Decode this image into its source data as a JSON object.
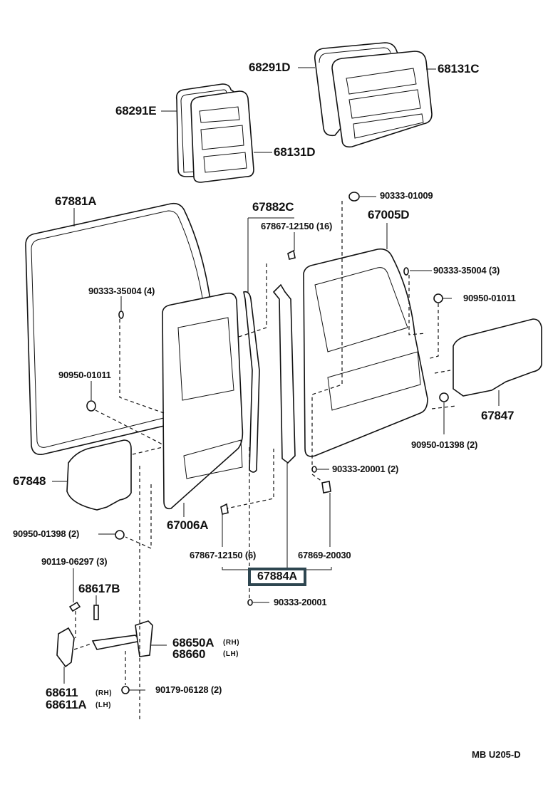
{
  "diagram": {
    "title": "Rear door panel & glass parts diagram",
    "reference_code": "MB  U205-D",
    "highlighted_part": "67884A",
    "parts": [
      {
        "id": "68291D",
        "label": "68291D"
      },
      {
        "id": "68131C",
        "label": "68131C"
      },
      {
        "id": "68291E",
        "label": "68291E"
      },
      {
        "id": "68131D",
        "label": "68131D"
      },
      {
        "id": "67881A",
        "label": "67881A"
      },
      {
        "id": "67882C",
        "label": "67882C"
      },
      {
        "id": "67867-12150-16",
        "label": "67867-12150 (16)"
      },
      {
        "id": "90333-01009",
        "label": "90333-01009"
      },
      {
        "id": "67005D",
        "label": "67005D"
      },
      {
        "id": "90333-35004-3",
        "label": "90333-35004 (3)"
      },
      {
        "id": "90333-35004-4",
        "label": "90333-35004 (4)"
      },
      {
        "id": "90950-01011-right",
        "label": "90950-01011"
      },
      {
        "id": "90950-01011-left",
        "label": "90950-01011"
      },
      {
        "id": "67847",
        "label": "67847"
      },
      {
        "id": "90950-01398-2-right",
        "label": "90950-01398 (2)"
      },
      {
        "id": "90333-20001-2",
        "label": "90333-20001 (2)"
      },
      {
        "id": "67848",
        "label": "67848"
      },
      {
        "id": "67006A",
        "label": "67006A"
      },
      {
        "id": "90950-01398-2-left",
        "label": "90950-01398 (2)"
      },
      {
        "id": "67867-12150-6",
        "label": "67867-12150 (6)"
      },
      {
        "id": "67869-20030",
        "label": "67869-20030"
      },
      {
        "id": "67884A",
        "label": "67884A"
      },
      {
        "id": "90333-20001",
        "label": "90333-20001"
      },
      {
        "id": "90119-06297-3",
        "label": "90119-06297 (3)"
      },
      {
        "id": "68617B",
        "label": "68617B"
      },
      {
        "id": "68650A",
        "label": "68650A",
        "side": "(RH)"
      },
      {
        "id": "68660",
        "label": "68660",
        "side": "(LH)"
      },
      {
        "id": "68611",
        "label": "68611",
        "side": "(RH)"
      },
      {
        "id": "68611A",
        "label": "68611A",
        "side": "(LH)"
      },
      {
        "id": "90179-06128-2",
        "label": "90179-06128 (2)"
      }
    ]
  }
}
